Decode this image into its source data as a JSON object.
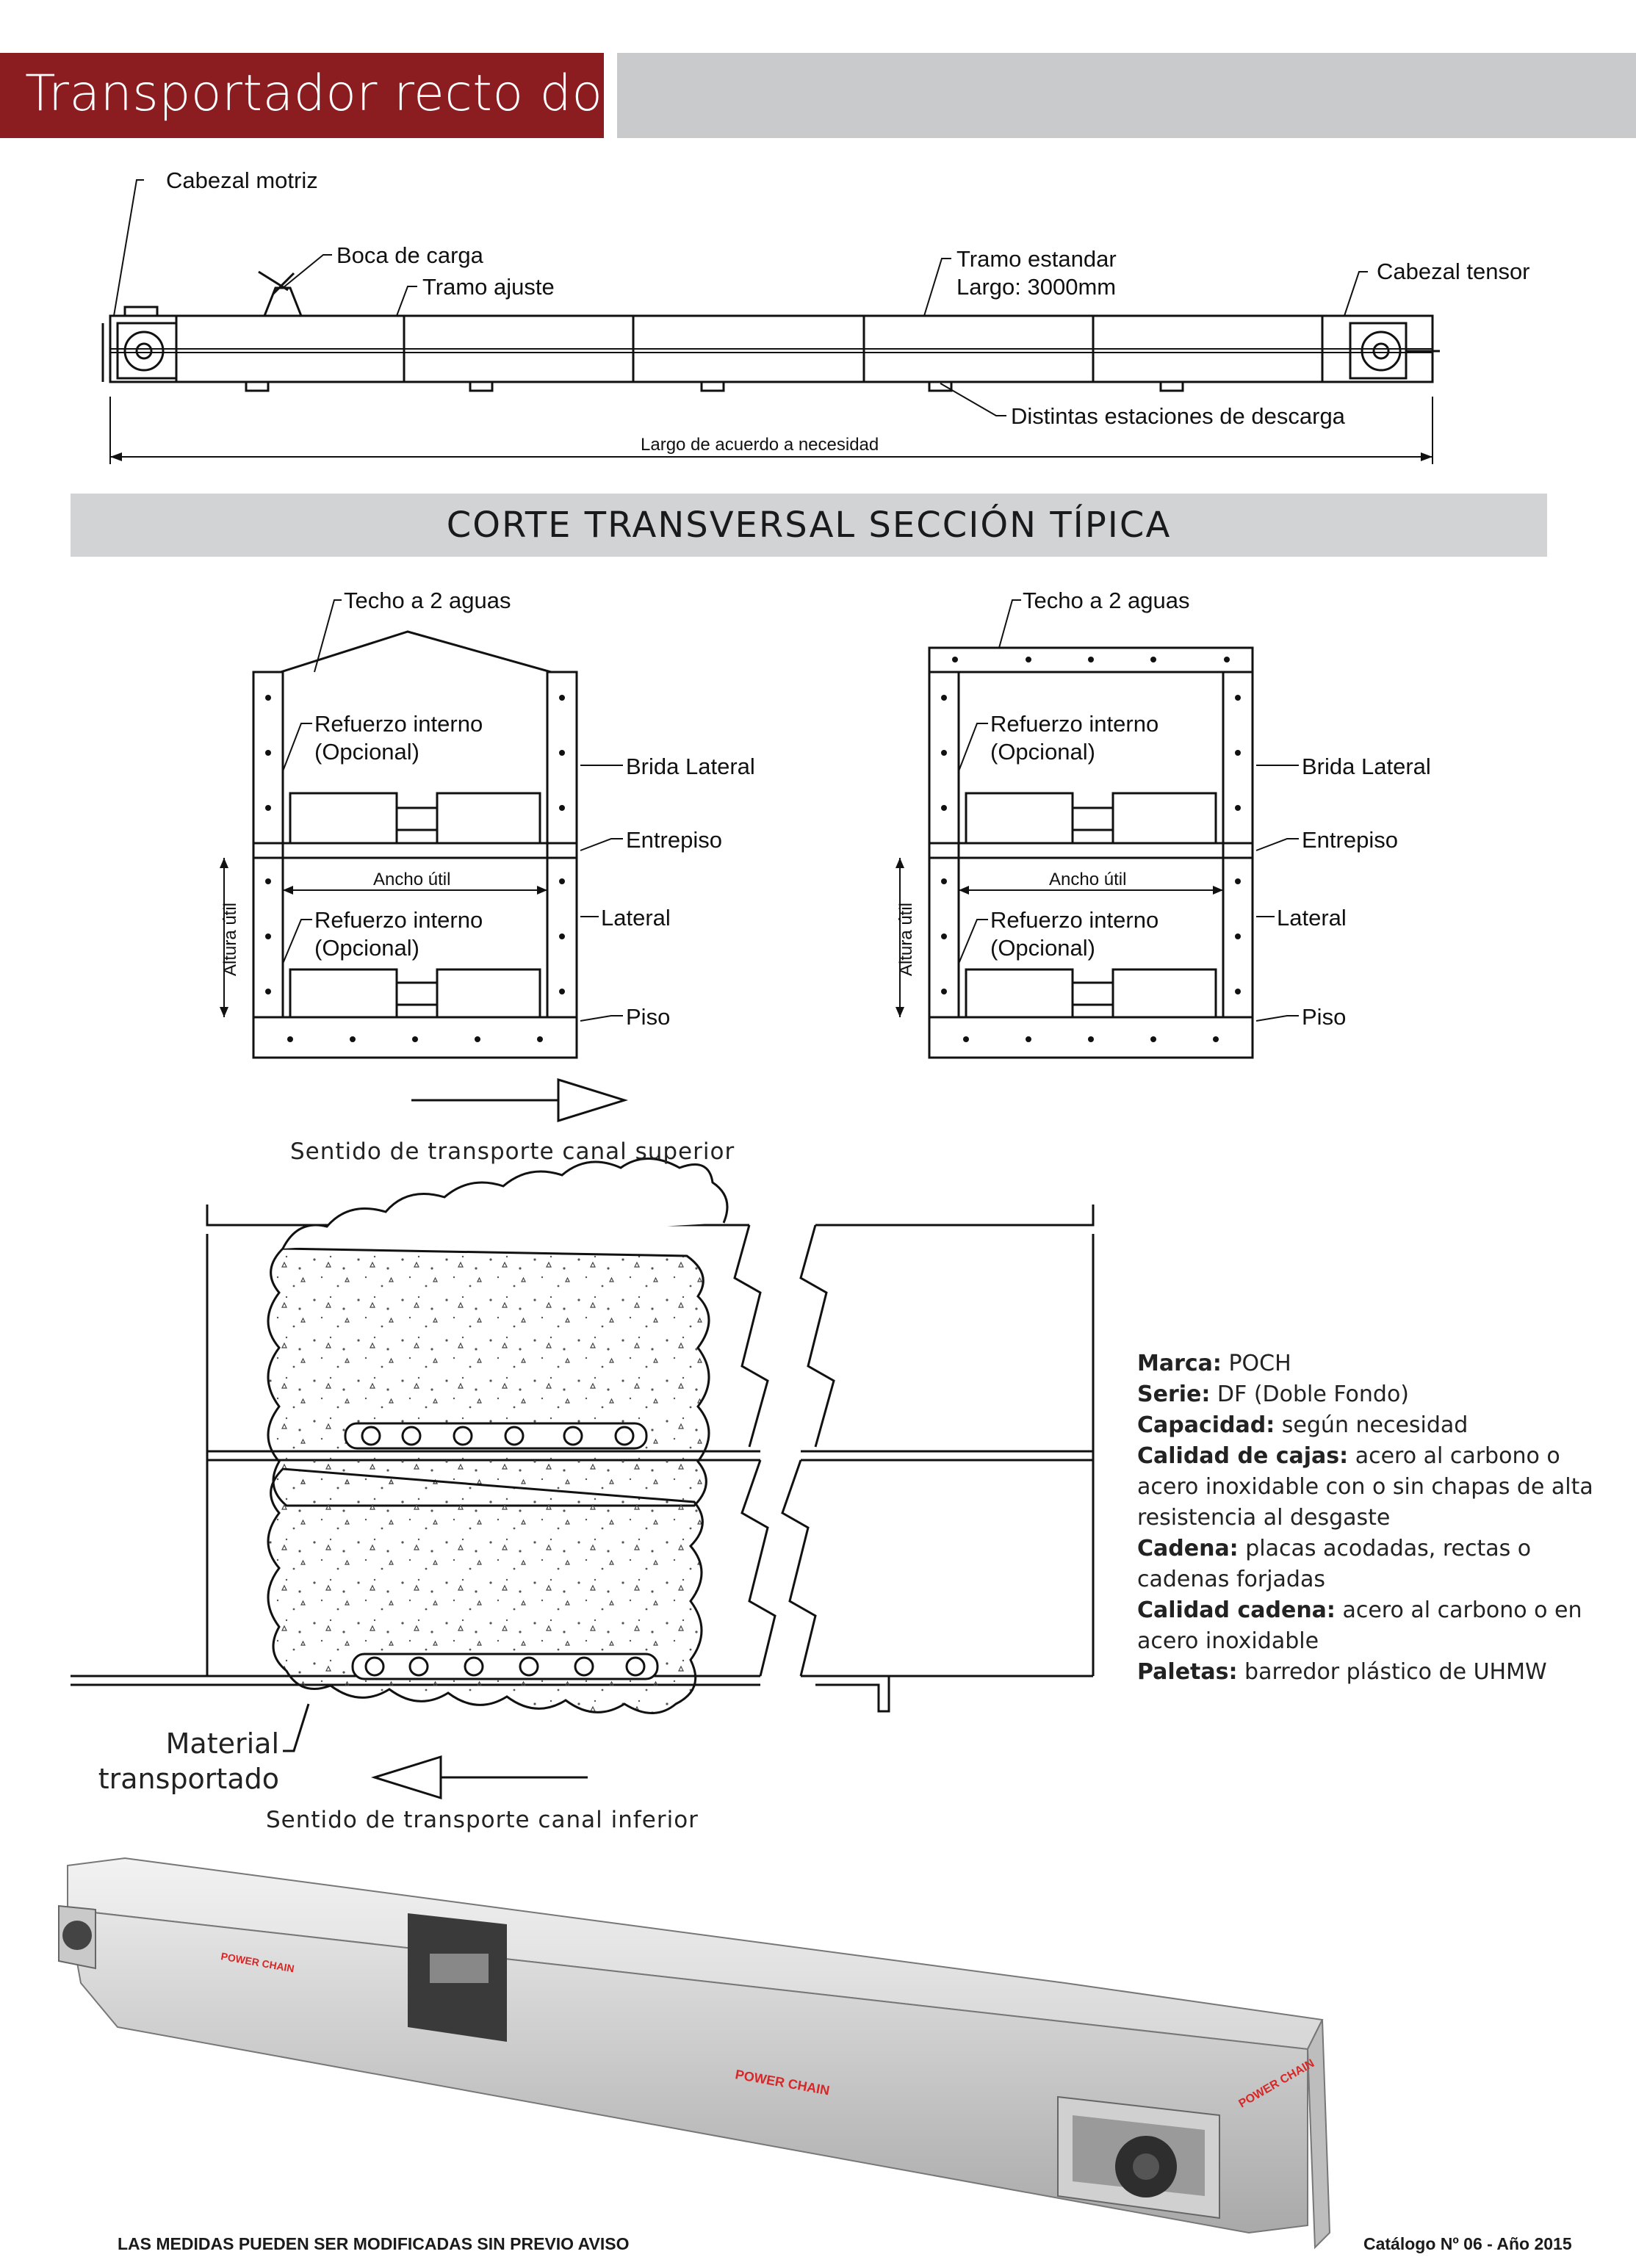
{
  "header": {
    "title": "Transportador recto doble"
  },
  "side_view": {
    "cabezal_motriz": "Cabezal motriz",
    "boca_de_carga": "Boca de carga",
    "tramo_ajuste": "Tramo ajuste",
    "tramo_estandar": "Tramo estandar",
    "largo_tramo": "Largo: 3000mm",
    "cabezal_tensor": "Cabezal tensor",
    "descarga": "Distintas estaciones de descarga",
    "largo_total": "Largo de acuerdo a necesidad"
  },
  "section": {
    "title": "CORTE TRANSVERSAL SECCIÓN TÍPICA"
  },
  "cross_left": {
    "techo": "Techo a 2 aguas",
    "refuerzo_1": "Refuerzo interno",
    "opcional_1": "(Opcional)",
    "brida": "Brida Lateral",
    "entrepiso": "Entrepiso",
    "ancho": "Ancho útil",
    "altura": "Altura útil",
    "refuerzo_2": "Refuerzo interno",
    "opcional_2": "(Opcional)",
    "lateral": "Lateral",
    "piso": "Piso"
  },
  "cross_right": {
    "techo": "Techo a 2 aguas",
    "refuerzo_1": "Refuerzo interno",
    "opcional_1": "(Opcional)",
    "brida": "Brida Lateral",
    "entrepiso": "Entrepiso",
    "ancho": "Ancho útil",
    "altura": "Altura útil",
    "refuerzo_2": "Refuerzo interno",
    "opcional_2": "(Opcional)",
    "lateral": "Lateral",
    "piso": "Piso"
  },
  "flow": {
    "superior": "Sentido de transporte canal superior",
    "material_1": "Material",
    "material_2": "transportado",
    "inferior": "Sentido de transporte canal inferior"
  },
  "specs": [
    {
      "label": "Marca:",
      "value": "POCH"
    },
    {
      "label": "Serie:",
      "value": "DF (Doble Fondo)"
    },
    {
      "label": "Capacidad:",
      "value": "según necesidad"
    },
    {
      "label": "Calidad de cajas:",
      "value": "acero al carbono o acero inoxidable con o sin chapas de alta resistencia al desgaste"
    },
    {
      "label": "Cadena:",
      "value": "placas acodadas, rectas o cadenas forjadas"
    },
    {
      "label": "Calidad cadena:",
      "value": "acero al carbono o en acero inoxidable"
    },
    {
      "label": "Paletas:",
      "value": "barredor plástico de UHMW"
    }
  ],
  "render": {
    "brand_text": "POWER CHAIN",
    "accent_color": "#8b1d20",
    "band_color": "#d2d3d5",
    "brand_red": "#d62828"
  },
  "footer": {
    "left": "LAS MEDIDAS PUEDEN SER MODIFICADAS SIN PREVIO AVISO",
    "right": "Catálogo Nº 06 - Año 2015"
  }
}
